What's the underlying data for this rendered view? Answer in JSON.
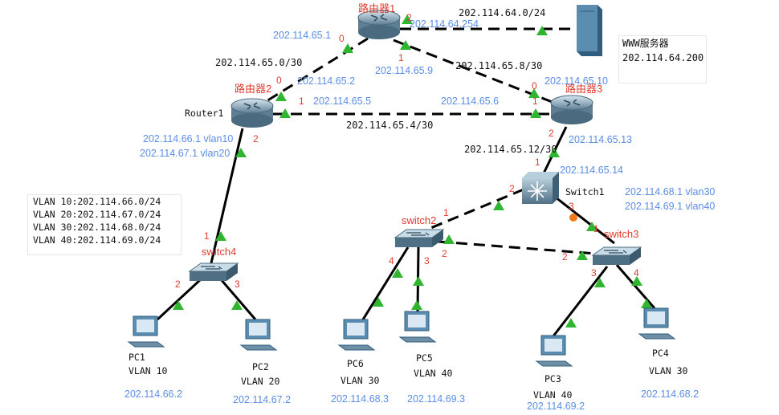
{
  "devices": {
    "router1": {
      "name": "路由器1"
    },
    "router2": {
      "name": "路由器2",
      "alt_name": "Router1"
    },
    "router3": {
      "name": "路由器3"
    },
    "switch1": {
      "name": "Switch1"
    },
    "switch2": {
      "name": "switch2"
    },
    "switch3": {
      "name": "switch3"
    },
    "switch4": {
      "name": "switch4"
    },
    "server": {
      "name": "WWW服务器",
      "ip": "202.114.64.200"
    },
    "pc1": {
      "name": "PC1",
      "vlan": "VLAN  10",
      "ip": "202.114.66.2"
    },
    "pc2": {
      "name": "PC2",
      "vlan": "VLAN  20",
      "ip": "202.114.67.2"
    },
    "pc3": {
      "name": "PC3",
      "vlan": "VLAN  40",
      "ip": "202.114.69.2"
    },
    "pc4": {
      "name": "PC4",
      "vlan": "VLAN  30",
      "ip": "202.114.68.2"
    },
    "pc5": {
      "name": "PC5",
      "vlan": "VLAN  40",
      "ip": "202.114.69.3"
    },
    "pc6": {
      "name": "PC6",
      "vlan": "VLAN  30",
      "ip": "202.114.68.3"
    }
  },
  "networks": {
    "n64": "202.114.64.0/24",
    "n65_0": "202.114.65.0/30",
    "n65_4": "202.114.65.4/30",
    "n65_8": "202.114.65.8/30",
    "n65_12": "202.114.65.12/30"
  },
  "interfaces": {
    "r1_p0": "202.114.65.1",
    "r1_p2": "202.114.64.254",
    "r1_p1": "202.114.65.9",
    "r2_p0": "202.114.65.2",
    "r2_p1": "202.114.65.5",
    "r2_v10": "202.114.66.1 vlan10",
    "r2_v20": "202.114.67.1 vlan20",
    "r3_p0": "202.114.65.10",
    "r3_p1": "202.114.65.6",
    "r3_p2": "202.114.65.13",
    "s1_p1": "202.114.65.14",
    "s1_v30": "202.114.68.1 vlan30",
    "s1_v40": "202.114.69.1 vlan40"
  },
  "ports": {
    "r1_0": "0",
    "r1_1": "1",
    "r1_2": "2",
    "r2_0": "0",
    "r2_1": "1",
    "r2_2": "2",
    "r3_0": "0",
    "r3_1": "1",
    "r3_2": "2",
    "s1_1": "1",
    "s1_2": "2",
    "s1_3": "3",
    "s2_1": "1",
    "s2_2": "2",
    "s2_3": "3",
    "s2_4": "4",
    "s3_1": "1",
    "s3_2": "2",
    "s3_3": "3",
    "s3_4": "4",
    "s4_1": "1",
    "s4_2": "2",
    "s4_3": "3"
  },
  "vlan_table": [
    "VLAN  10:202.114.66.0/24",
    "VLAN  20:202.114.67.0/24",
    "VLAN  30:202.114.68.0/24",
    "VLAN  40:202.114.69.0/24"
  ],
  "colors": {
    "ip": "#5b8ee6",
    "port": "#e03c2f",
    "link": "#000000",
    "link_up": "#2fb52f",
    "link_down": "#f07a1a",
    "server": "#4f7fa0"
  }
}
